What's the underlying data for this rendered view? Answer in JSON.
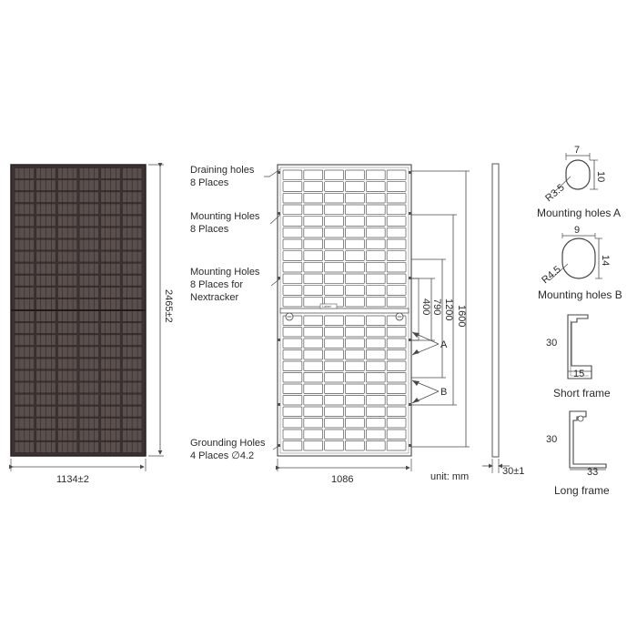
{
  "front_view": {
    "width_label": "1134±2",
    "height_label": "2465±2",
    "cells_per_column": 24
  },
  "back_view": {
    "width_label": "1086",
    "plate_text": "Label",
    "callouts": {
      "draining": [
        "Draining holes",
        "8 Places"
      ],
      "mounting": [
        "Mounting Holes",
        "8 Places"
      ],
      "nextracker": [
        "Mounting Holes",
        "8 Places for",
        "Nextracker"
      ],
      "grounding": [
        "Grounding Holes",
        "4 Places ∅4.2"
      ]
    },
    "spacings": [
      "400",
      "790",
      "1200",
      "1600"
    ],
    "markers": [
      "A",
      "B"
    ],
    "unit_label": "unit: mm"
  },
  "side_view": {
    "thickness_label": "30±1"
  },
  "details": {
    "hole_a": {
      "caption": "Mounting holes A",
      "width": "7",
      "height": "10",
      "radius": "R3.5"
    },
    "hole_b": {
      "caption": "Mounting holes B",
      "width": "9",
      "height": "14",
      "radius": "R4.5"
    },
    "short_frame": {
      "caption": "Short frame",
      "height": "30",
      "width": "15"
    },
    "long_frame": {
      "caption": "Long frame",
      "height": "30",
      "width": "33"
    }
  }
}
